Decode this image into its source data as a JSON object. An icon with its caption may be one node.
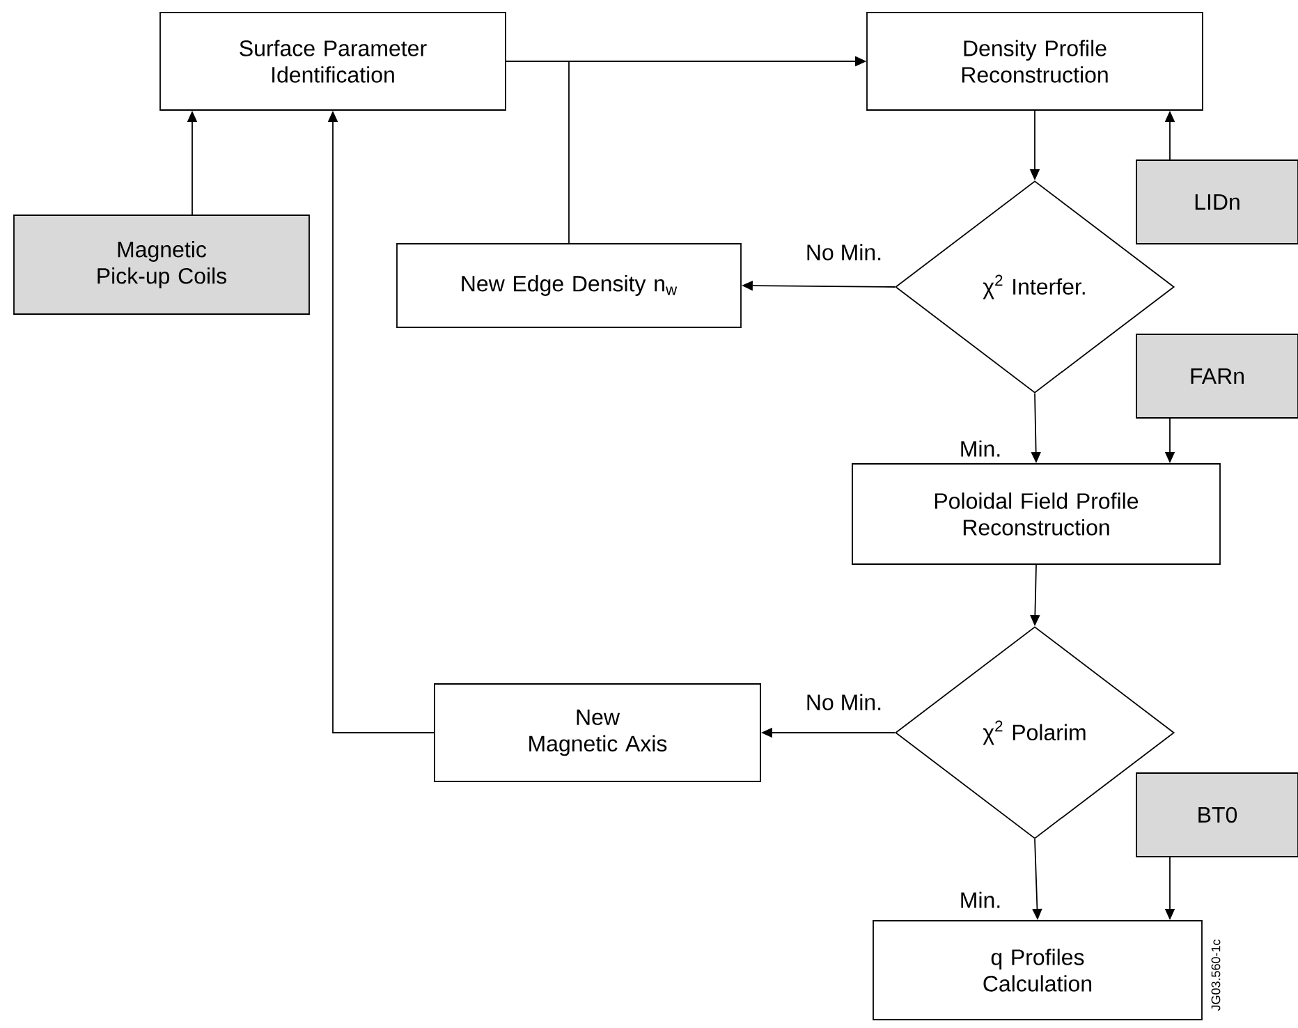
{
  "diagram": {
    "nodes": [
      {
        "text": [
          "Surface Parameter Identification"
        ]
      },
      {
        "text": [
          "Density Profile Reconstruction"
        ]
      },
      {
        "text": [
          "Magnetic Pick-up Coils"
        ]
      },
      {
        "text": [
          "LIDn"
        ]
      },
      {
        "text": [
          "New Edge Density n$_{w}$"
        ]
      },
      {
        "text": [
          "χ$^{2}$ Interfer."
        ]
      },
      {
        "text": [
          "FARn"
        ]
      },
      {
        "text": [
          "Poloidal Field Profile Reconstruction"
        ]
      },
      {
        "text": [
          "New Magnetic Axis"
        ]
      },
      {
        "text": [
          "χ$^{2}$ Polarim"
        ]
      },
      {
        "text": [
          "BT0"
        ]
      },
      {
        "text": [
          "q Profiles Calculation"
        ]
      }
    ],
    "edges": [
      {
        "from": 0,
        "to": 1,
        "arrow": "to"
      },
      {
        "from": 2,
        "to": 0,
        "arrow": "to"
      },
      {
        "from": 4,
        "to": 1,
        "arrow": "to"
      },
      {
        "from": 3,
        "to": 1,
        "arrow": "to"
      },
      {
        "from": 1,
        "to": 5,
        "arrow": "to"
      },
      {
        "from": 5,
        "to": 4,
        "arrow": "to",
        "label": "No Min."
      },
      {
        "from": 5,
        "to": 7,
        "arrow": "to",
        "label": "Min."
      },
      {
        "from": 6,
        "to": 7,
        "arrow": "to"
      },
      {
        "from": 7,
        "to": 9,
        "arrow": "to"
      },
      {
        "from": 9,
        "to": 8,
        "arrow": "to",
        "label": "No Min."
      },
      {
        "from": 8,
        "to": 0,
        "arrow": "to"
      },
      {
        "from": 9,
        "to": 11,
        "arrow": "to",
        "label": "Min."
      },
      {
        "from": 10,
        "to": 11,
        "arrow": "to"
      }
    ],
    "labels": [
      "JG03.560-1c"
    ]
  }
}
